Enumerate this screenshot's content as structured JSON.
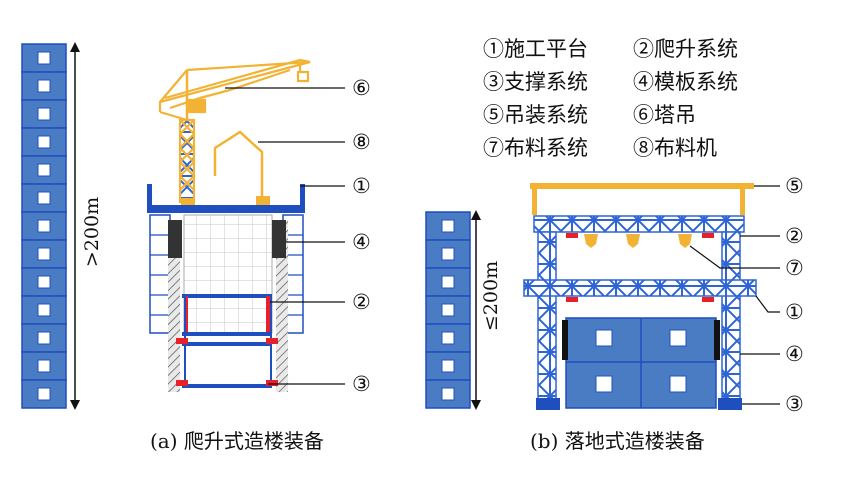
{
  "legend": [
    {
      "num": "①",
      "label": "施工平台"
    },
    {
      "num": "②",
      "label": "爬升系统"
    },
    {
      "num": "③",
      "label": "支撑系统"
    },
    {
      "num": "④",
      "label": "模板系统"
    },
    {
      "num": "⑤",
      "label": "吊装系统"
    },
    {
      "num": "⑥",
      "label": "塔吊"
    },
    {
      "num": "⑦",
      "label": "布料系统"
    },
    {
      "num": "⑧",
      "label": "布料机"
    }
  ],
  "panel_a": {
    "caption": "(a) 爬升式造楼装备",
    "height_label": ">200m",
    "callouts": {
      "c6": "⑥",
      "c8": "⑧",
      "c1": "①",
      "c4": "④",
      "c2": "②",
      "c3": "③"
    }
  },
  "panel_b": {
    "caption": "(b) 落地式造楼装备",
    "height_label": "≤200m",
    "callouts": {
      "c5": "⑤",
      "c2": "②",
      "c7": "⑦",
      "c1": "①",
      "c4": "④",
      "c3": "③"
    }
  },
  "colors": {
    "building_blue": "#4a7cc4",
    "structure_blue": "#1f4fbf",
    "crane_yellow": "#f2b233",
    "climb_red": "#e8202a",
    "wall_gray": "#bfbfbf"
  }
}
